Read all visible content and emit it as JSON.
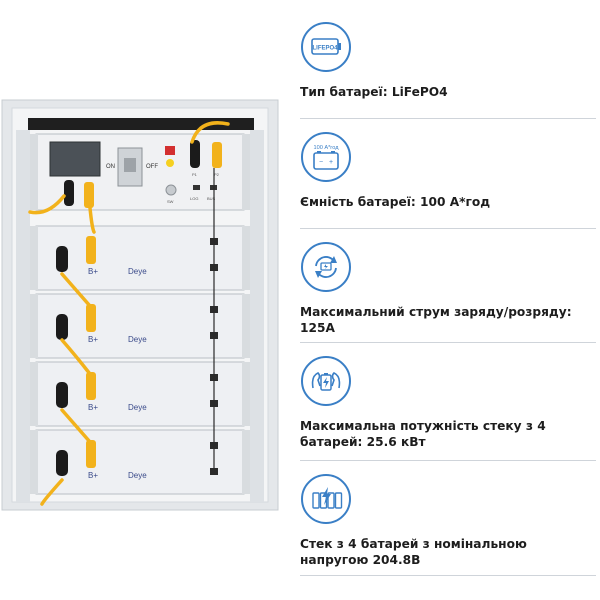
{
  "colors": {
    "accent": "#3a7fc6",
    "cable": "#f2b21b",
    "text": "#1d1d1d",
    "divider": "#cfd4da",
    "module_body": "#eef0f3",
    "rack_frame": "#e4e7ea",
    "rack_dark": "#2a2a2a"
  },
  "illustration": {
    "control_panel": {
      "switch_on": "ON",
      "switch_off": "OFF",
      "button_caption": "SW",
      "port_1": "LOG",
      "port_2": "BUS",
      "p1": "P1",
      "p2": "P2"
    },
    "modules": [
      {
        "terminal": "B+",
        "brand": "Deye"
      },
      {
        "terminal": "B+",
        "brand": "Deye"
      },
      {
        "terminal": "B+",
        "brand": "Deye"
      },
      {
        "terminal": "B+",
        "brand": "Deye"
      }
    ]
  },
  "specs": [
    {
      "icon": "lifepo4-battery-icon",
      "badge": "LIFEPO4",
      "text": "Тип батареї: LiFePO4"
    },
    {
      "icon": "battery-capacity-icon",
      "badge": "100 А*год",
      "text": "Ємність батареї: 100 А*год"
    },
    {
      "icon": "charge-discharge-cycle-icon",
      "text": "Максимальний струм заряду/розряду: 125А"
    },
    {
      "icon": "power-arms-icon",
      "text": "Максимальна потужність стеку з 4 батарей: 25.6 кВт"
    },
    {
      "icon": "battery-stack-icon",
      "text": "Стек з 4 батарей з номінальною напругою 204.8В"
    }
  ]
}
